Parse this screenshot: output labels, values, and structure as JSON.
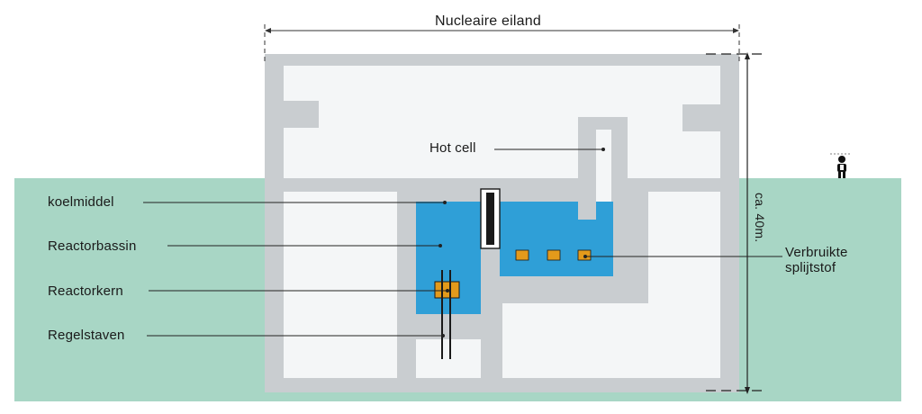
{
  "title": "Nucleaire eiland",
  "height_label": "ca. 40m.",
  "labels": {
    "hot_cell": "Hot cell",
    "koelmiddel": "koelmiddel",
    "reactorbassin": "Reactorbassin",
    "reactorkern": "Reactorkern",
    "regelstaven": "Regelstaven",
    "verbruikte_line1": "Verbruikte",
    "verbruikte_line2": "splijtstof"
  },
  "icons": [
    "person-icon"
  ],
  "colors": {
    "ground": "#a8d6c5",
    "concrete": "#c9cdd0",
    "room": "#f4f6f7",
    "water": "#2f9fd7",
    "fuel": "#e39a1b",
    "rod": "#1a1a1a"
  }
}
